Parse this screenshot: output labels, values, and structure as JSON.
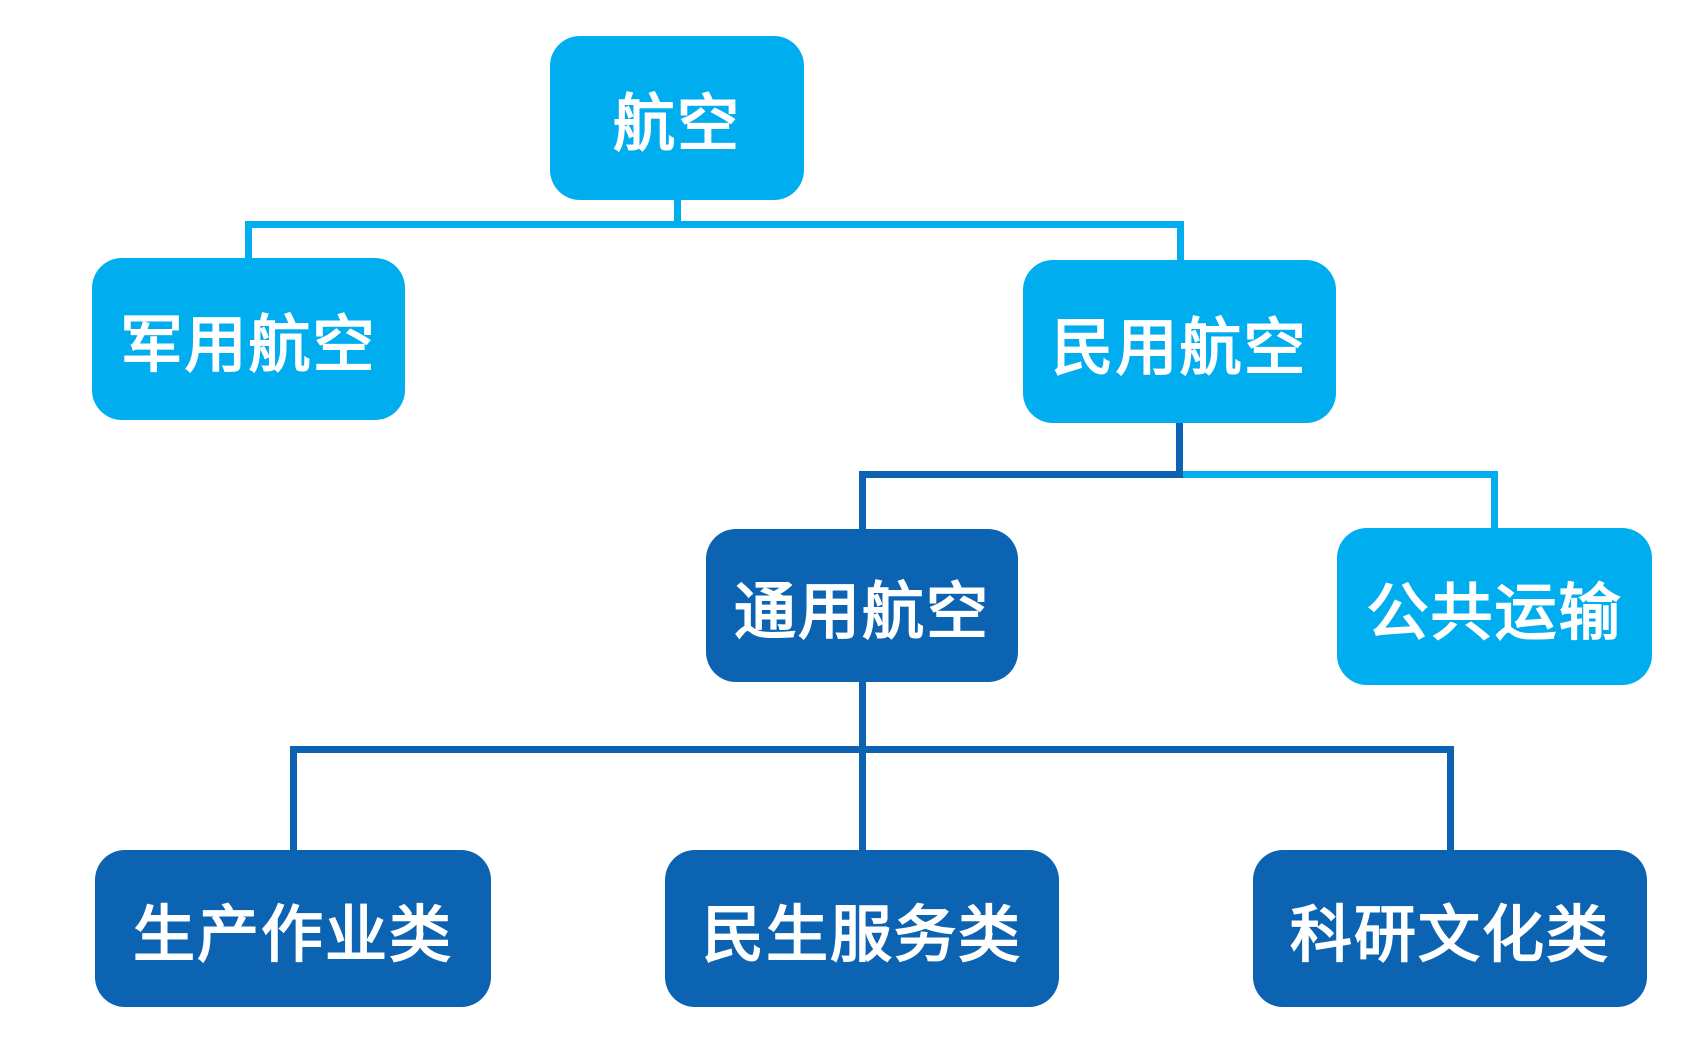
{
  "diagram": {
    "type": "tree",
    "nodes": {
      "aviation": {
        "label": "航空",
        "variant": "light"
      },
      "military_aviation": {
        "label": "军用航空",
        "variant": "light"
      },
      "civil_aviation": {
        "label": "民用航空",
        "variant": "light"
      },
      "general_aviation": {
        "label": "通用航空",
        "variant": "dark"
      },
      "public_transport": {
        "label": "公共运输",
        "variant": "light"
      },
      "production_ops": {
        "label": "生产作业类",
        "variant": "dark"
      },
      "civil_services": {
        "label": "民生服务类",
        "variant": "dark"
      },
      "research_culture": {
        "label": "科研文化类",
        "variant": "dark"
      }
    },
    "hierarchy": [
      {
        "parent": "航空",
        "children": [
          "军用航空",
          "民用航空"
        ]
      },
      {
        "parent": "民用航空",
        "children": [
          "通用航空",
          "公共运输"
        ]
      },
      {
        "parent": "通用航空",
        "children": [
          "生产作业类",
          "民生服务类",
          "科研文化类"
        ]
      }
    ],
    "colors": {
      "light_blue": "#00ADEF",
      "dark_blue": "#0B63B1",
      "text": "#FFFFFF",
      "background": "#FFFFFF"
    }
  }
}
